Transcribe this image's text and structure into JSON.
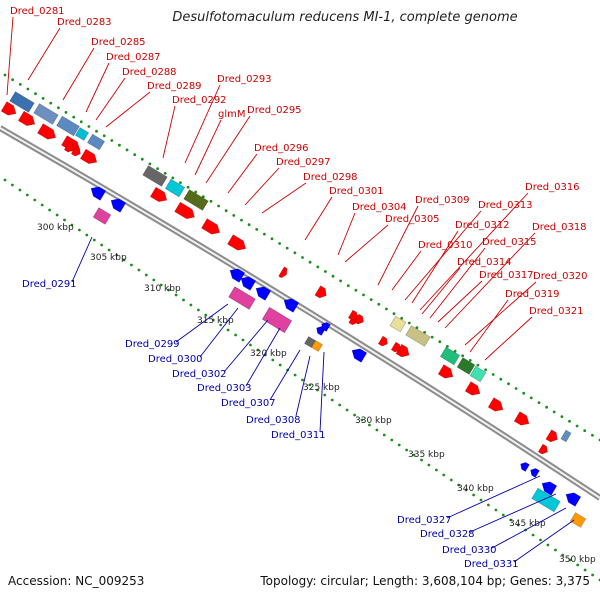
{
  "title": "Desulfotomaculum reducens MI-1, complete genome",
  "footer": {
    "accession": "Accession: NC_009253",
    "info": "Topology: circular; Length: 3,608,104 bp; Genes: 3,375"
  },
  "colors": {
    "forward": "#ff0000",
    "reverse": "#0000ff",
    "forward_label": "#cc0000",
    "reverse_label": "#0000aa",
    "backbone": "#8c8c8c",
    "ruler": "#1a8f1a"
  },
  "kbp_labels": [
    "300 kbp",
    "305 kbp",
    "310 kbp",
    "315 kbp",
    "320 kbp",
    "325 kbp",
    "330 kbp",
    "335 kbp",
    "340 kbp",
    "345 kbp",
    "350 kbp"
  ],
  "forward_genes": [
    "Dred_0281",
    "Dred_0283",
    "Dred_0285",
    "Dred_0287",
    "Dred_0288",
    "Dred_0289",
    "Dred_0293",
    "Dred_0292",
    "glmM",
    "Dred_0295",
    "Dred_0296",
    "Dred_0297",
    "Dred_0298",
    "Dred_0301",
    "Dred_0304",
    "Dred_0305",
    "Dred_0309",
    "Dred_0313",
    "Dred_0316",
    "Dred_0312",
    "Dred_0310",
    "Dred_0315",
    "Dred_0318",
    "Dred_0314",
    "Dred_0317",
    "Dred_0320",
    "Dred_0319",
    "Dred_0321"
  ],
  "reverse_genes": [
    "Dred_0291",
    "Dred_0299",
    "Dred_0300",
    "Dred_0302",
    "Dred_0303",
    "Dred_0307",
    "Dred_0308",
    "Dred_0311",
    "Dred_0327",
    "Dred_0328",
    "Dred_0330",
    "Dred_0331"
  ]
}
